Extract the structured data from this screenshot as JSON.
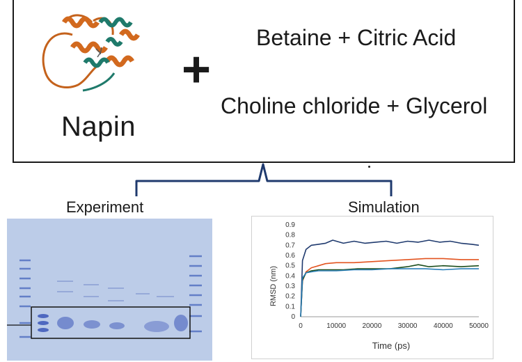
{
  "top_panel": {
    "protein_label": "Napin",
    "plus_symbol": "+",
    "mixtures": [
      "Betaine + Citric Acid",
      "Choline chloride + Glycerol"
    ]
  },
  "panels": {
    "experiment_title": "Experiment",
    "simulation_title": "Simulation"
  },
  "colors": {
    "helix_orange": "#d2691e",
    "helix_teal": "#1f7a6b",
    "gel_background": "#c2d0ea",
    "gel_band": "#3b56b8"
  },
  "chart_data": {
    "type": "line",
    "xlabel": "Time (ps)",
    "ylabel": "RMSD (nm)",
    "xlim": [
      0,
      50000
    ],
    "ylim": [
      0,
      0.9
    ],
    "xticks": [
      0,
      10000,
      20000,
      30000,
      40000,
      50000
    ],
    "yticks": [
      0,
      0.1,
      0.2,
      0.3,
      0.4,
      0.5,
      0.6,
      0.7,
      0.8,
      0.9
    ],
    "grid": false,
    "series": [
      {
        "color": "#1f3a6e",
        "x": [
          0,
          500,
          1500,
          3000,
          5000,
          7000,
          9000,
          12000,
          15000,
          18000,
          21000,
          24000,
          27000,
          30000,
          33000,
          36000,
          39000,
          42000,
          45000,
          48000,
          50000
        ],
        "y": [
          0,
          0.55,
          0.66,
          0.7,
          0.71,
          0.72,
          0.75,
          0.72,
          0.74,
          0.72,
          0.73,
          0.74,
          0.72,
          0.74,
          0.73,
          0.75,
          0.73,
          0.74,
          0.72,
          0.71,
          0.7
        ]
      },
      {
        "color": "#e2531f",
        "x": [
          0,
          500,
          1500,
          3000,
          5000,
          7000,
          10000,
          15000,
          20000,
          25000,
          30000,
          35000,
          40000,
          45000,
          50000
        ],
        "y": [
          0,
          0.35,
          0.44,
          0.48,
          0.5,
          0.52,
          0.53,
          0.53,
          0.54,
          0.55,
          0.56,
          0.57,
          0.57,
          0.56,
          0.56
        ]
      },
      {
        "color": "#1b4d1b",
        "x": [
          0,
          500,
          1500,
          3000,
          5000,
          8000,
          12000,
          16000,
          20000,
          25000,
          30000,
          33000,
          36000,
          40000,
          45000,
          50000
        ],
        "y": [
          0,
          0.36,
          0.43,
          0.45,
          0.46,
          0.46,
          0.46,
          0.47,
          0.47,
          0.47,
          0.49,
          0.51,
          0.49,
          0.5,
          0.49,
          0.5
        ]
      },
      {
        "color": "#2a7fb8",
        "x": [
          0,
          500,
          1500,
          3000,
          5000,
          10000,
          15000,
          20000,
          25000,
          30000,
          35000,
          40000,
          45000,
          50000
        ],
        "y": [
          0,
          0.38,
          0.43,
          0.44,
          0.45,
          0.45,
          0.46,
          0.46,
          0.47,
          0.47,
          0.47,
          0.46,
          0.47,
          0.47
        ]
      }
    ]
  }
}
